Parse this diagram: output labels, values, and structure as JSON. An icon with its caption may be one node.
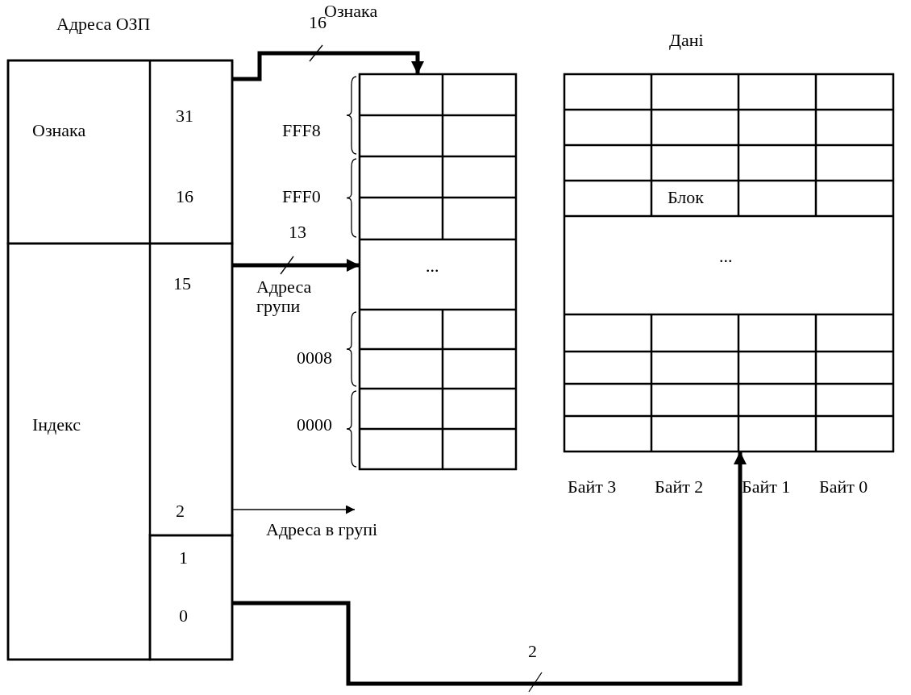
{
  "diagram": {
    "nodes": [
      {
        "text": [
          "Адреса ОЗП"
        ]
      },
      {
        "text": [
          "Ознака",
          "31",
          "16"
        ],
        "in": 0
      },
      {
        "text": [
          "Індекс",
          "15",
          "2"
        ],
        "in": 0
      },
      {
        "text": [
          "1",
          "0"
        ],
        "in": 0
      },
      {
        "text": [
          "Ознака"
        ]
      },
      {
        "text": [
          "Дані"
        ]
      }
    ],
    "edges": [
      {
        "from": 1,
        "to": 4,
        "arrow": "to",
        "label": "16"
      },
      {
        "from": 2,
        "to": 4,
        "arrow": "to",
        "label": "13"
      },
      {
        "from": 2,
        "to": null,
        "arrow": "to",
        "label": "Адреса в групі"
      },
      {
        "from": 3,
        "to": 5,
        "arrow": "to",
        "label": "2"
      }
    ],
    "labels": [
      "FFF8",
      "FFF0",
      "Адреса групи",
      "0008",
      "0000",
      "...",
      "Блок",
      "...",
      "Байт 3",
      "Байт 2",
      "Байт 1",
      "Байт 0"
    ]
  }
}
